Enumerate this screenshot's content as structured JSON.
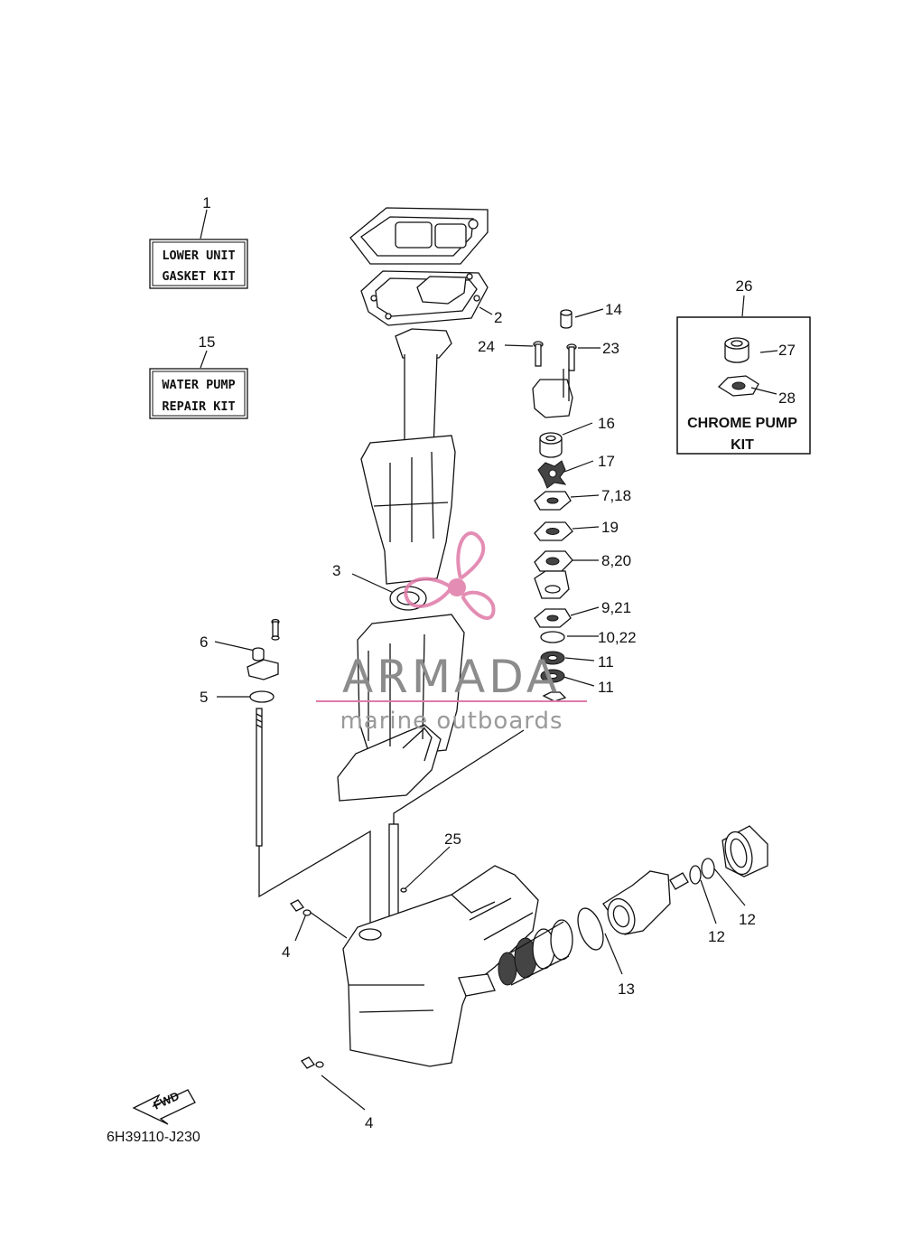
{
  "kits": {
    "gasket_kit": {
      "line1": "LOWER UNIT",
      "line2": "GASKET KIT"
    },
    "water_pump_kit": {
      "line1": "WATER PUMP",
      "line2": "REPAIR KIT"
    },
    "chrome_pump_kit": {
      "line1": "CHROME PUMP",
      "line2": "KIT"
    }
  },
  "callouts": {
    "c1": "1",
    "c2": "2",
    "c3": "3",
    "c4a": "4",
    "c4b": "4",
    "c5": "5",
    "c6": "6",
    "c7_18": "7,18",
    "c8_20": "8,20",
    "c9_21": "9,21",
    "c10_22": "10,22",
    "c11a": "11",
    "c11b": "11",
    "c12a": "12",
    "c12b": "12",
    "c13": "13",
    "c14": "14",
    "c15": "15",
    "c16": "16",
    "c17": "17",
    "c19": "19",
    "c23": "23",
    "c24": "24",
    "c25": "25",
    "c26": "26",
    "c27": "27",
    "c28": "28"
  },
  "fwd_label": "FWD",
  "drawing_code": "6H39110-J230",
  "watermark": {
    "brand": "ARMADA",
    "tagline": "marine outboards",
    "color": "#e07aa8"
  }
}
